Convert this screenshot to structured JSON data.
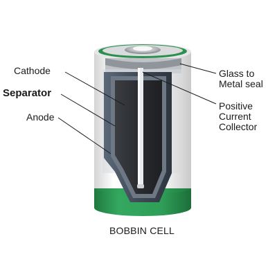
{
  "labels": {
    "cathode": "Cathode",
    "separator": "Separator",
    "anode": "Anode",
    "glass_seal": [
      "Glass to",
      "Metal seal"
    ],
    "positive_collector": [
      "Positive",
      "Current",
      "Collector"
    ],
    "caption": "BOBBIN CELL"
  },
  "colors": {
    "battery_band": "#2f9e57",
    "battery_body": "#f2f2f2",
    "anode": "#3f4a57",
    "cathode": "#2c2f33",
    "separator": "#6e7784",
    "collector": "#e9ecef"
  }
}
